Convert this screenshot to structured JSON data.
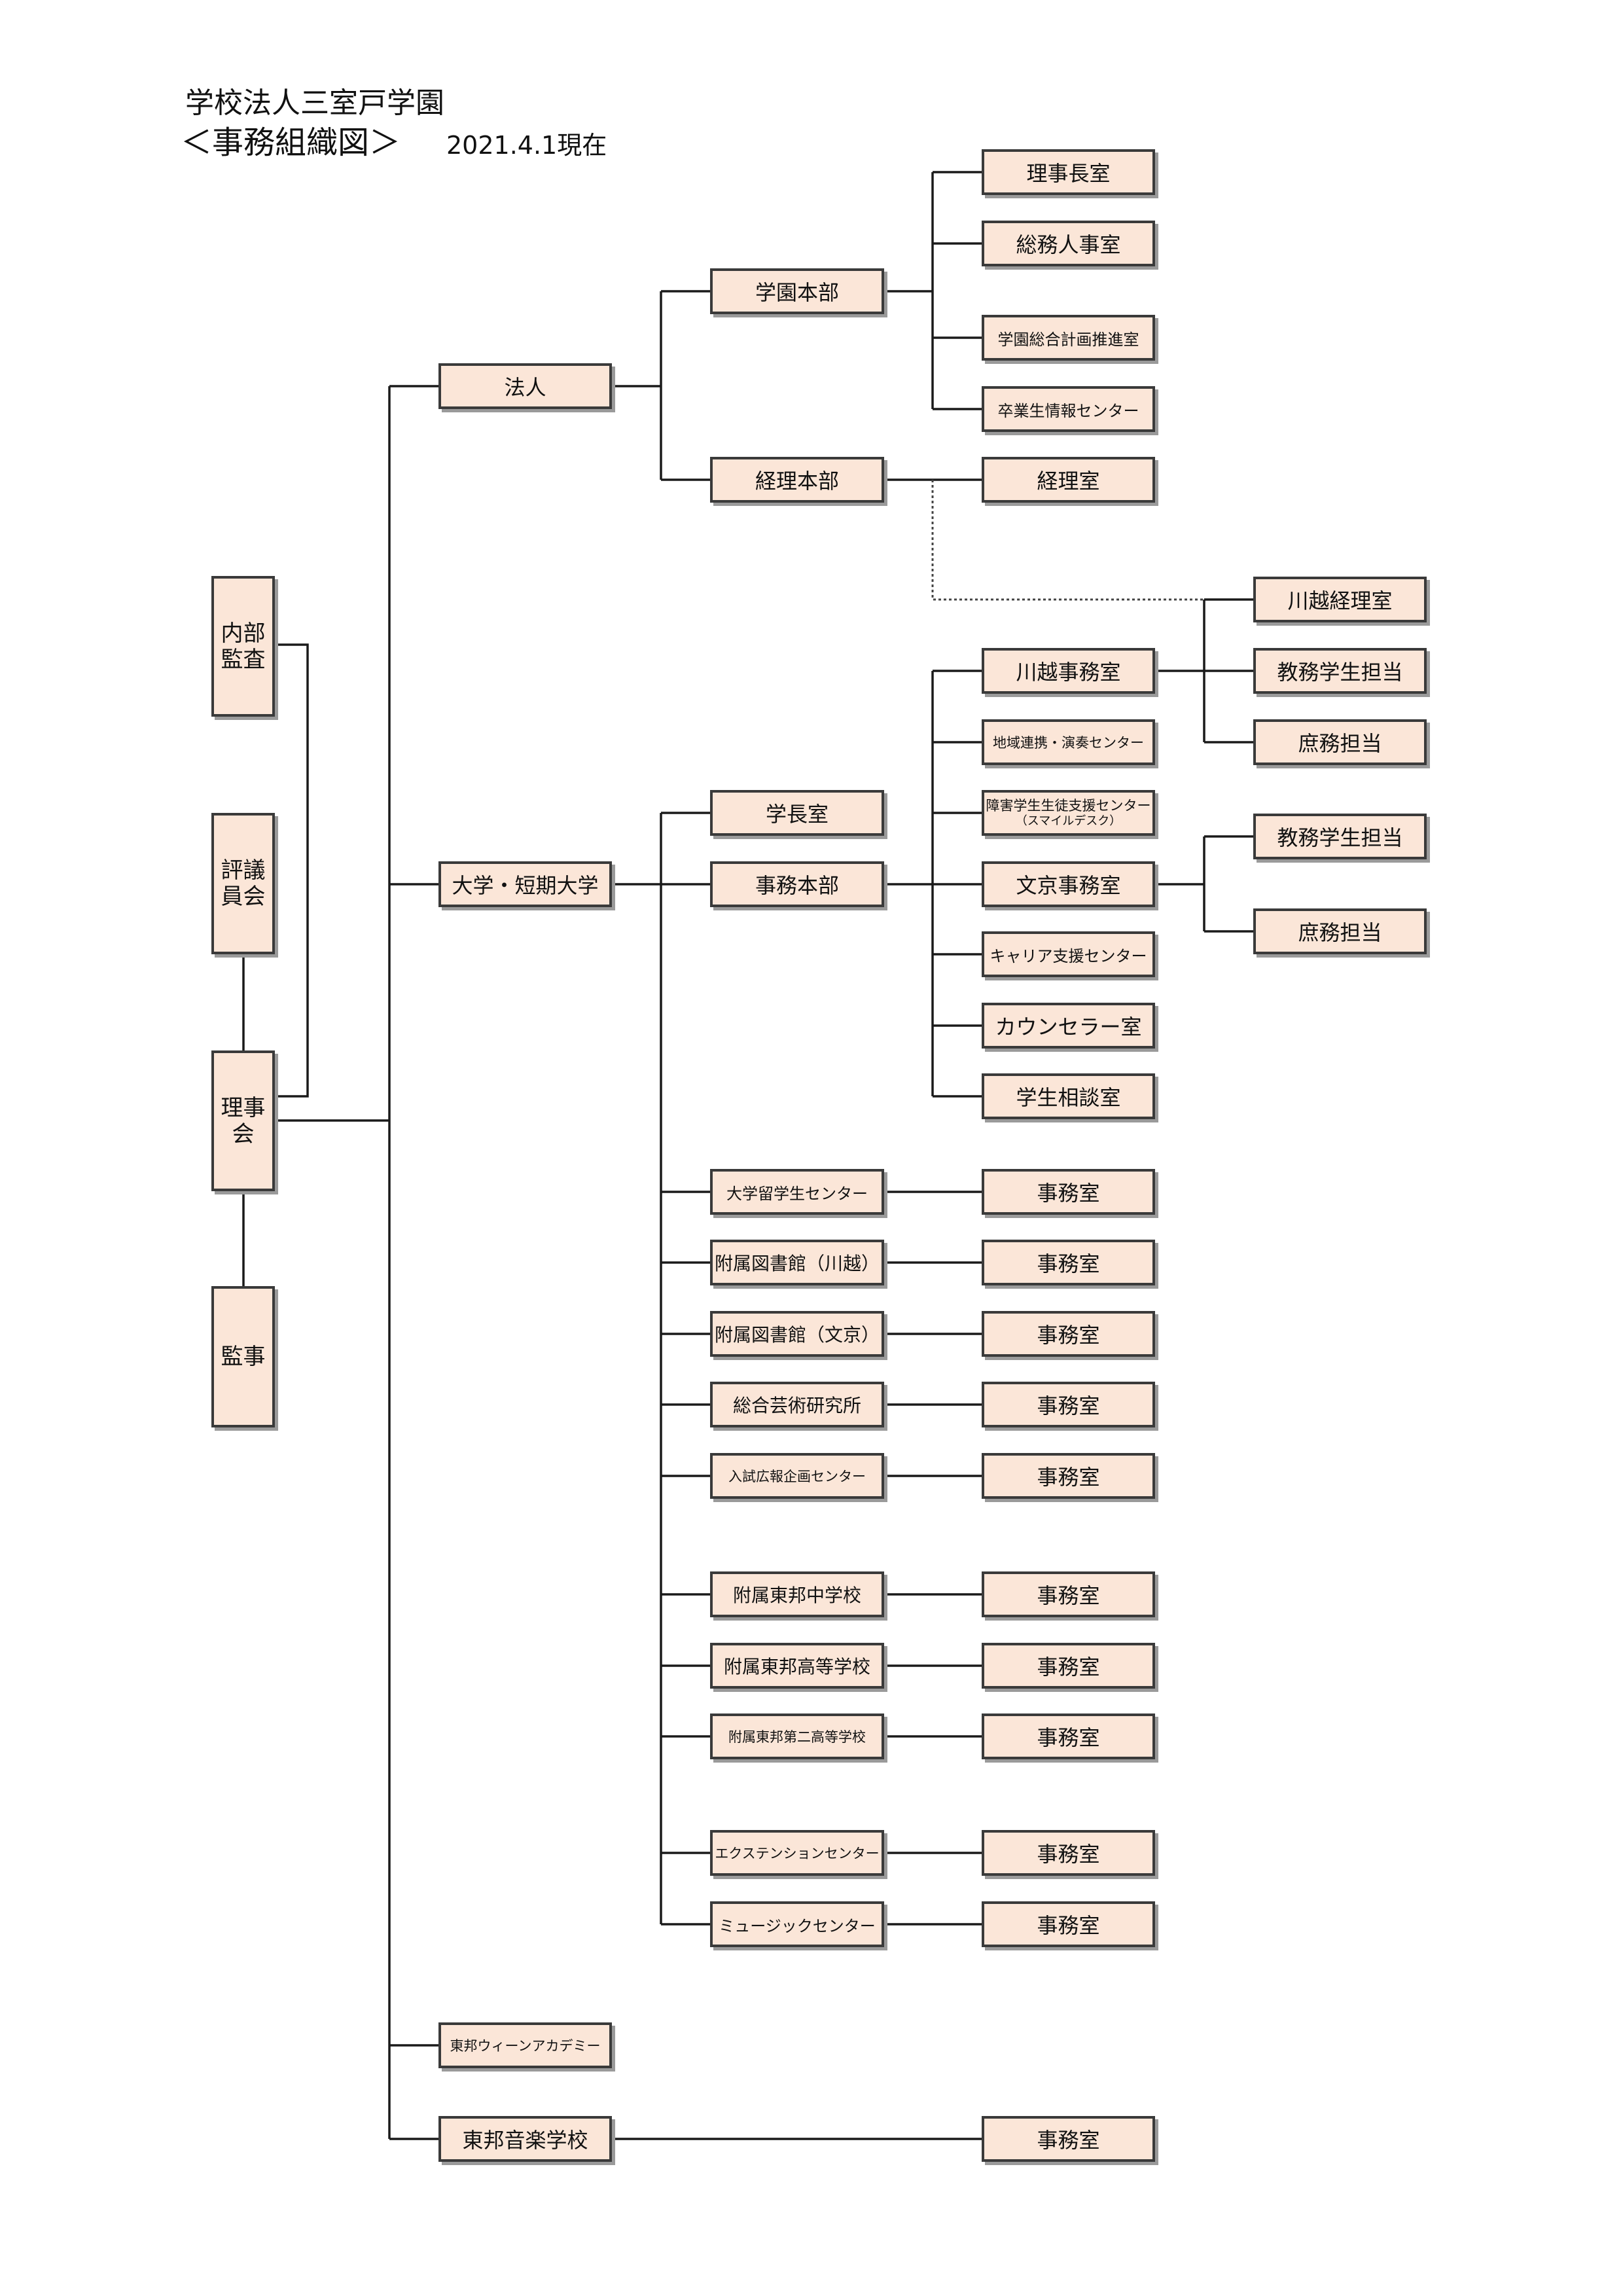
{
  "header": {
    "organization": "学校法人三室戸学園",
    "chart_title": "＜事務組織図＞",
    "as_of_date": "2021.4.1現在"
  },
  "left_column": {
    "internal_audit": "内部監査",
    "council": "評議員会",
    "board": "理事会",
    "auditor": "監事"
  },
  "corporation": {
    "label": "法人",
    "headquarters": {
      "label": "学園本部",
      "offices": [
        "理事長室",
        "総務人事室",
        "学園総合計画推進室",
        "卒業生情報センター"
      ]
    },
    "accounting": {
      "label": "経理本部",
      "office": "経理室"
    }
  },
  "university": {
    "label": "大学・短期大学",
    "president_office": "学長室",
    "admin_hq": {
      "label": "事務本部",
      "kawagoe_office": {
        "label": "川越事務室",
        "sections": [
          "川越経理室",
          "教務学生担当",
          "庶務担当"
        ]
      },
      "regional_center": "地域連携・演奏センター",
      "disability_support": {
        "label": "障害学生生徒支援センター",
        "note": "（スマイルデスク）"
      },
      "bunkyo_office": {
        "label": "文京事務室",
        "sections": [
          "教務学生担当",
          "庶務担当"
        ]
      },
      "career_center": "キャリア支援センター",
      "counselor_room": "カウンセラー室",
      "student_consultation": "学生相談室"
    },
    "attached_units": [
      {
        "label": "大学留学生センター",
        "office": "事務室"
      },
      {
        "label": "附属図書館（川越）",
        "office": "事務室"
      },
      {
        "label": "附属図書館（文京）",
        "office": "事務室"
      },
      {
        "label": "総合芸術研究所",
        "office": "事務室"
      },
      {
        "label": "入試広報企画センター",
        "office": "事務室"
      },
      {
        "label": "附属東邦中学校",
        "office": "事務室"
      },
      {
        "label": "附属東邦高等学校",
        "office": "事務室"
      },
      {
        "label": "附属東邦第二高等学校",
        "office": "事務室"
      },
      {
        "label": "エクステンションセンター",
        "office": "事務室"
      },
      {
        "label": "ミュージックセンター",
        "office": "事務室"
      }
    ]
  },
  "vienna_academy": "東邦ウィーンアカデミー",
  "music_school": {
    "label": "東邦音楽学校",
    "office": "事務室"
  }
}
